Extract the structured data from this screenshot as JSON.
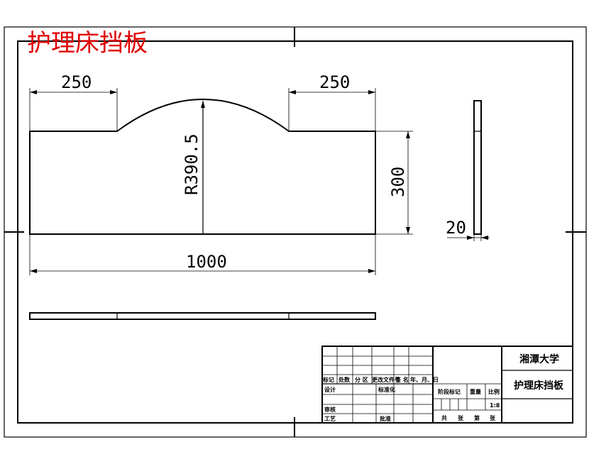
{
  "drawing": {
    "title": "护理床挡板",
    "dimensions": {
      "left_width": "250",
      "right_width": "250",
      "radius": "R390.5",
      "height": "300",
      "total_width": "1000",
      "thickness": "20"
    }
  },
  "title_block": {
    "university": "湘潭大学",
    "part_name": "护理床挡板",
    "scale": "1:8",
    "header_labels": [
      "标记",
      "处数",
      "分 区",
      "更改文件号",
      "签 名",
      "年、月、日"
    ],
    "row_design": "设计",
    "row_standard": "标准化",
    "row_review": "审核",
    "row_process": "工艺",
    "row_approve": "批准",
    "stage_mark": "阶段标记",
    "weight": "重量",
    "ratio": "比例",
    "sheets": [
      "共",
      "张",
      "第",
      "张"
    ]
  }
}
